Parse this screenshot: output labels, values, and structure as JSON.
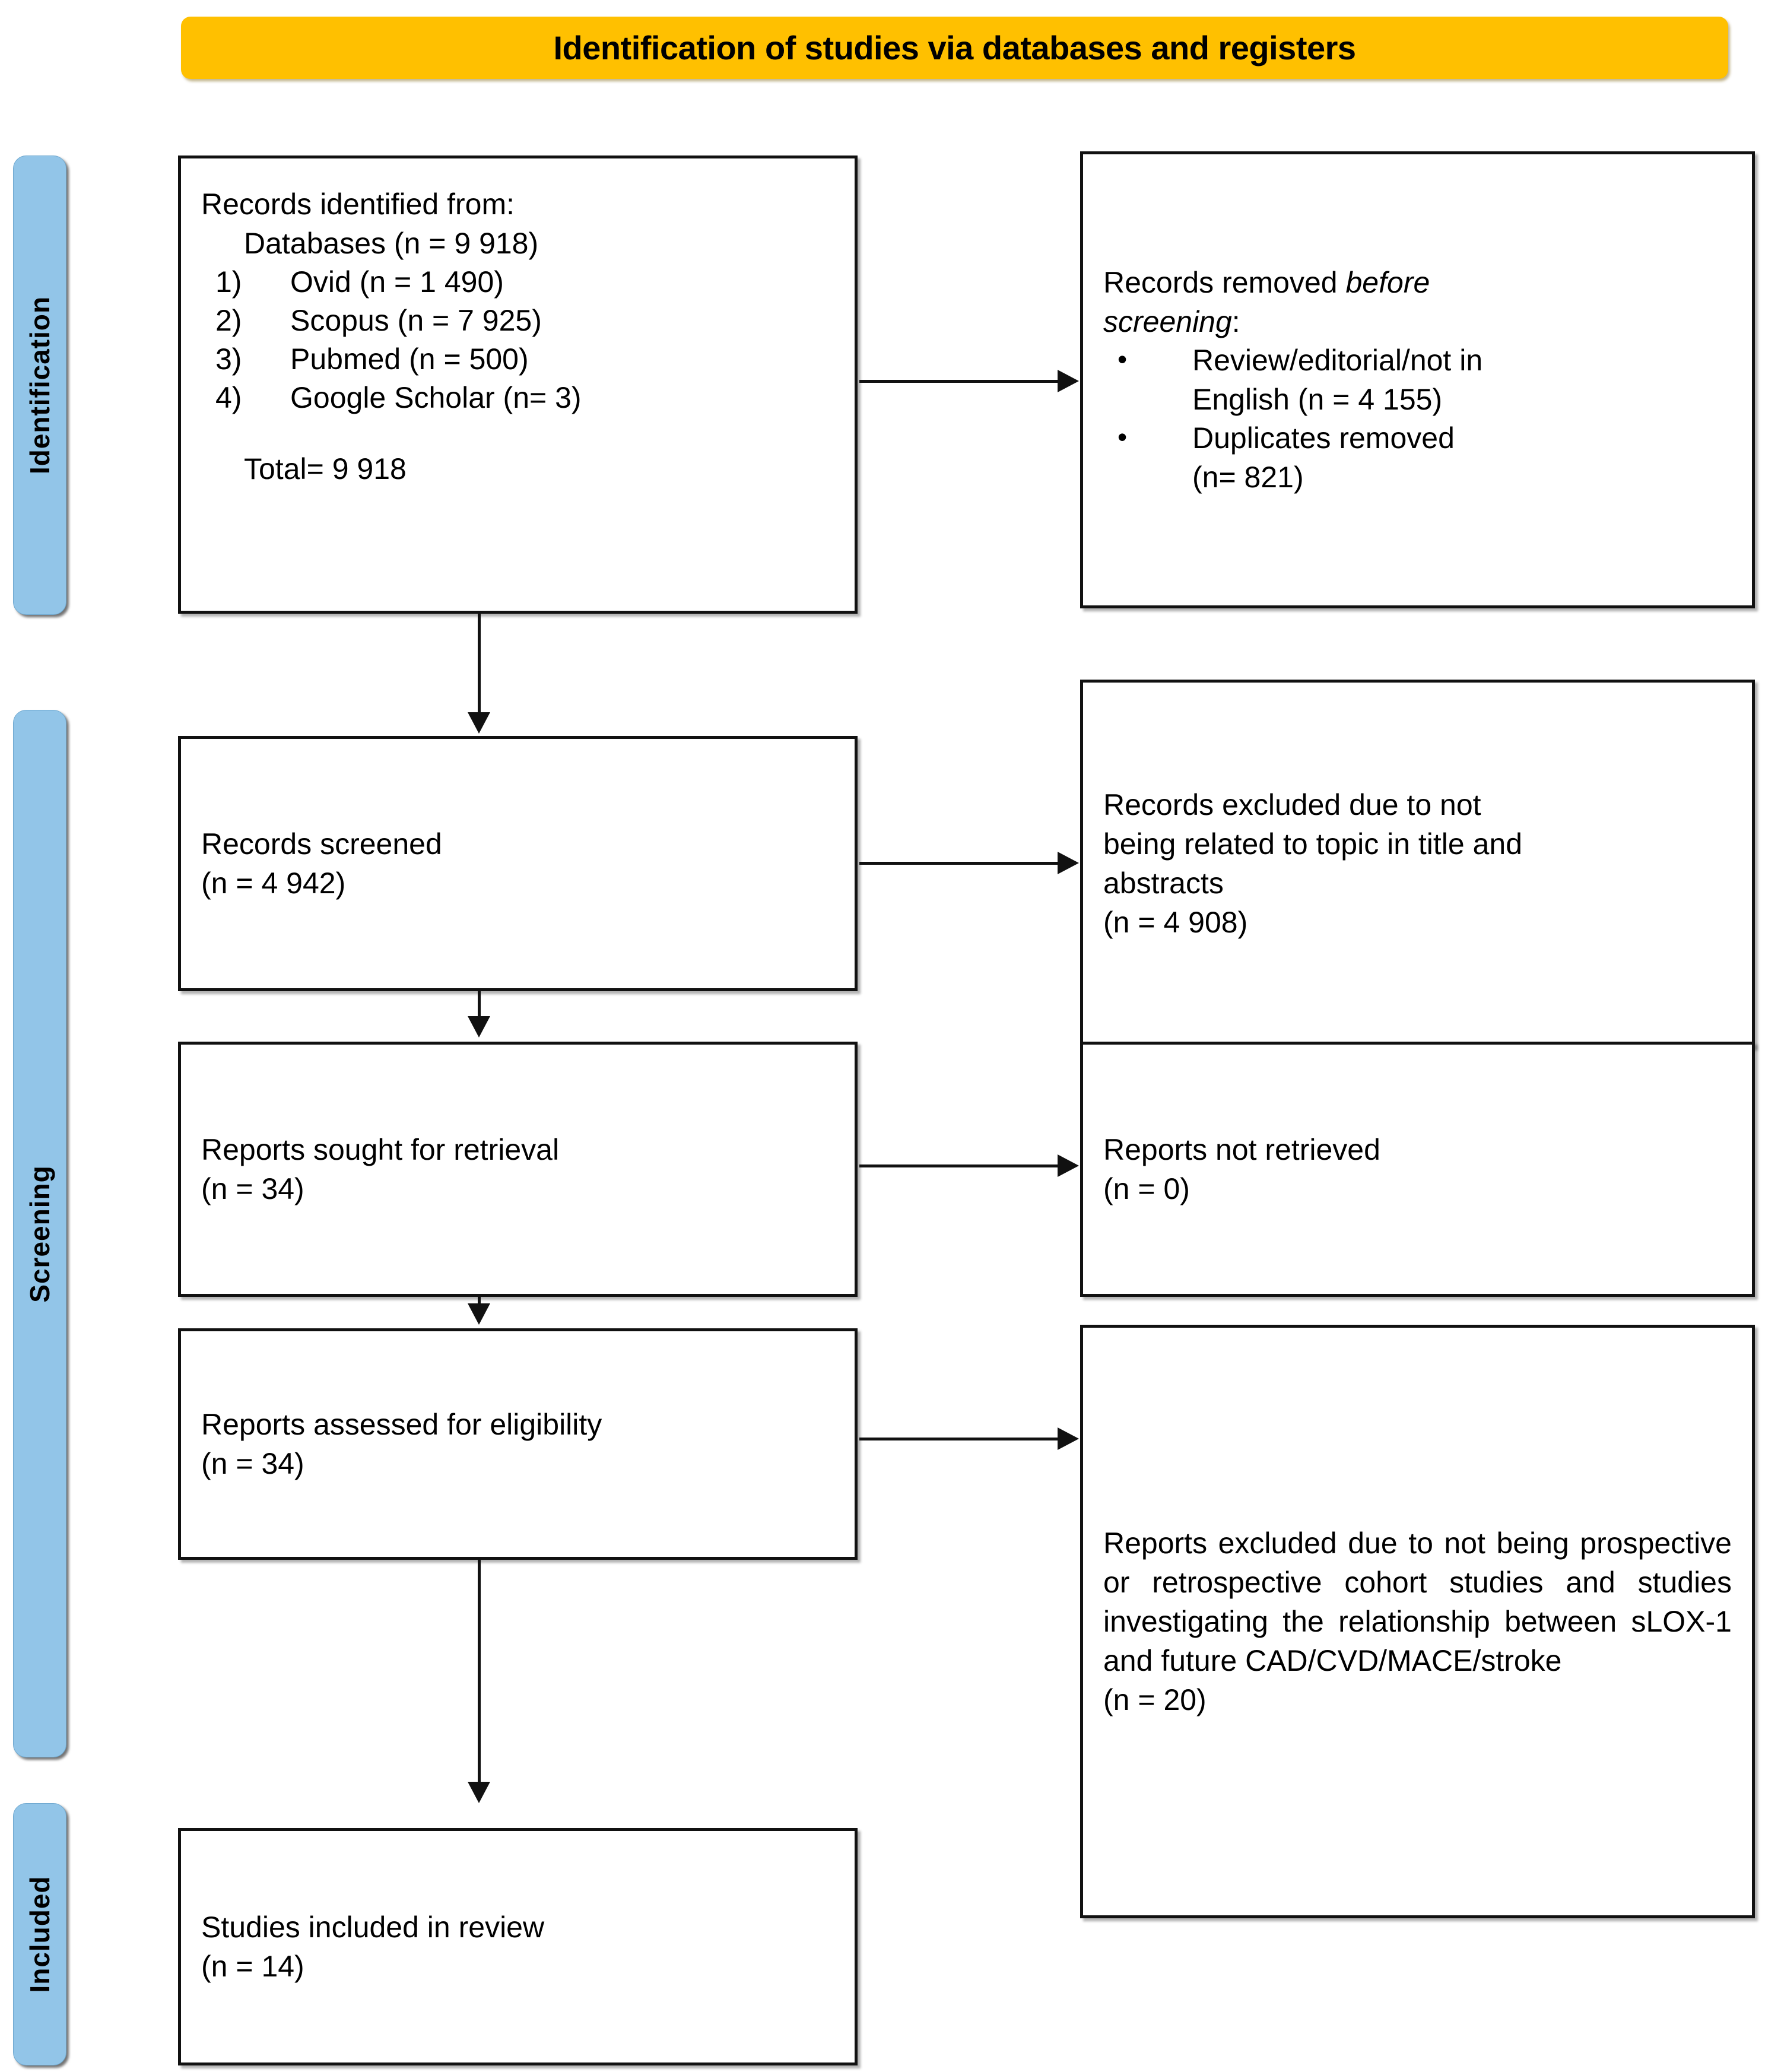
{
  "banner": {
    "title": "Identification of studies via databases and registers"
  },
  "phases": [
    {
      "key": "identification",
      "label": "Identification"
    },
    {
      "key": "screening",
      "label": "Screening"
    },
    {
      "key": "included",
      "label": "Included"
    }
  ],
  "colors": {
    "banner_fill": "#FFC000",
    "phase_fill": "#92C5E8",
    "box_border": "#111111",
    "text": "#000000",
    "page_background": "#FFFFFF"
  },
  "boxes": {
    "identified": {
      "heading": "Records identified from:",
      "subheading": "Databases (n = 9 918)",
      "sources": [
        {
          "marker": "1)",
          "text": "Ovid (n = 1 490)"
        },
        {
          "marker": "2)",
          "text": "Scopus (n = 7 925)"
        },
        {
          "marker": "3)",
          "text": "Pubmed (n = 500)"
        },
        {
          "marker": "4)",
          "text": "Google Scholar (n= 3)"
        }
      ],
      "total": "Total= 9 918"
    },
    "removed_before_screening": {
      "heading_plain": "Records removed ",
      "heading_italic_1": "before",
      "heading_italic_2": "screening",
      "heading_colon": ":",
      "bullets": [
        {
          "marker": "•",
          "line1": "Review/editorial/not in",
          "line2": "English (n = 4 155)"
        },
        {
          "marker": "•",
          "line1": "Duplicates removed",
          "line2": "(n= 821)"
        }
      ]
    },
    "screened": {
      "line1": "Records screened",
      "line2": "(n = 4 942)"
    },
    "excluded_topic": {
      "line1": "Records excluded due to not",
      "line2": "being related to topic in title and",
      "line3": "abstracts",
      "line4": "(n = 4 908)"
    },
    "sought": {
      "line1": "Reports sought for retrieval",
      "line2": "(n = 34)"
    },
    "not_retrieved": {
      "line1": "Reports not retrieved",
      "line2": "(n = 0)"
    },
    "assessed": {
      "line1": "Reports assessed for eligibility",
      "line2": "(n = 34)"
    },
    "excluded_design": {
      "body": "Reports excluded due to not being prospective or retrospective cohort studies and studies investigating the relationship between sLOX-1 and future CAD/CVD/MACE/stroke",
      "count": "(n = 20)"
    },
    "included": {
      "line1": "Studies included in review",
      "line2": "(n = 14)"
    }
  },
  "connectors": [
    {
      "name": "identified-to-screened",
      "direction": "down"
    },
    {
      "name": "identified-to-removed",
      "direction": "right"
    },
    {
      "name": "screened-to-sought",
      "direction": "down"
    },
    {
      "name": "screened-to-excluded-topic",
      "direction": "right"
    },
    {
      "name": "sought-to-assessed",
      "direction": "down"
    },
    {
      "name": "sought-to-not-retrieved",
      "direction": "right"
    },
    {
      "name": "assessed-to-included",
      "direction": "down"
    },
    {
      "name": "assessed-to-excluded-design",
      "direction": "right"
    }
  ]
}
